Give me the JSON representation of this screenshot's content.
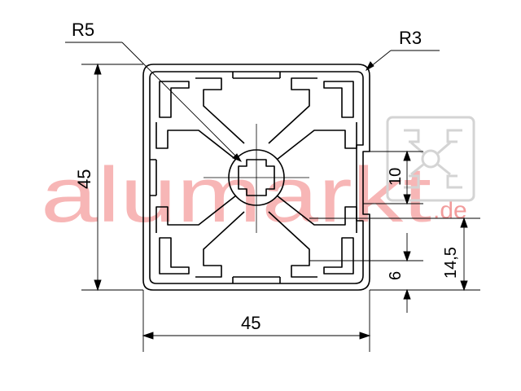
{
  "labels": {
    "radius_outer": "R3",
    "radius_inner": "R5",
    "width": "45",
    "height": "45",
    "slot_width": "10",
    "slot_depth": "6",
    "center_offset": "14,5"
  },
  "watermark": {
    "text": "alumarkt",
    "suffix": ".de"
  },
  "colors": {
    "line": "#000000",
    "watermark": "#f7b6b6",
    "watermark_suffix": "#f29c9c",
    "thumbnail": "#dedede"
  }
}
